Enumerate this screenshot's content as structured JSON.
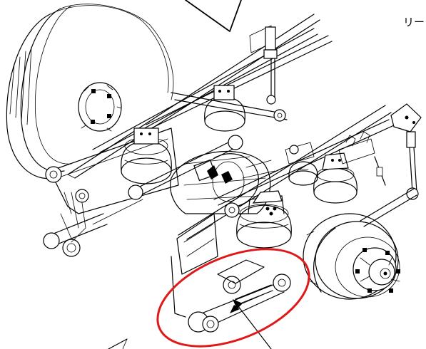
{
  "diagram": {
    "callout_label": "リー",
    "highlight_color": "#e01818",
    "ink_color": "#000000",
    "parts": [
      "left-wheel-drum",
      "right-wheel-hub",
      "front-air-spring",
      "rear-air-spring",
      "differential-axle-housing",
      "torque-rod-front",
      "torque-rod-rear",
      "lateral-rods",
      "leveling-valve-link",
      "chassis-frame-rails"
    ],
    "highlighted_part": "torque-rod-rear"
  }
}
